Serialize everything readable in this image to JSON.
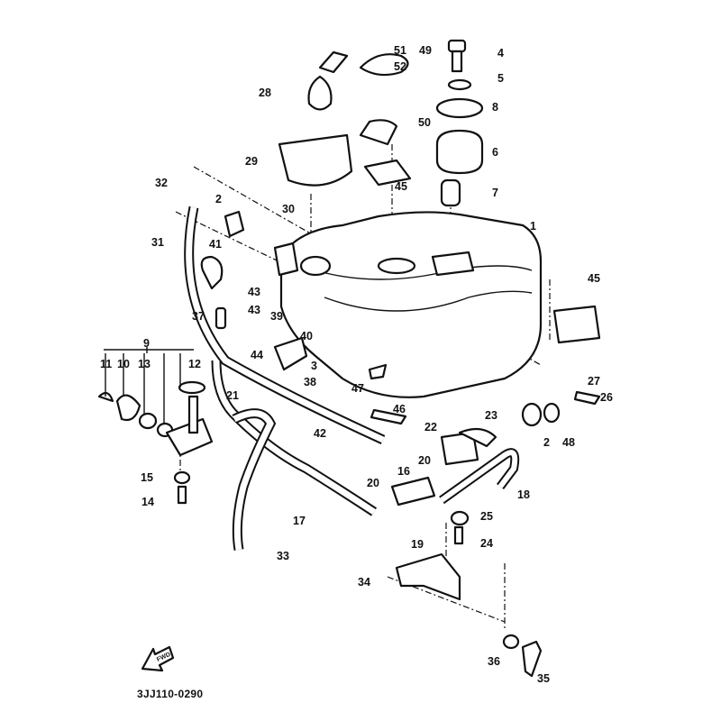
{
  "diagram": {
    "callouts": [
      "51",
      "52",
      "49",
      "4",
      "5",
      "8",
      "28",
      "50",
      "6",
      "29",
      "45",
      "7",
      "32",
      "2",
      "30",
      "1",
      "31",
      "41",
      "45",
      "43",
      "43",
      "37",
      "39",
      "40",
      "9",
      "44",
      "3",
      "11",
      "10",
      "13",
      "12",
      "38",
      "27",
      "47",
      "21",
      "46",
      "26",
      "42",
      "22",
      "23",
      "2",
      "48",
      "16",
      "20",
      "15",
      "18",
      "20",
      "14",
      "17",
      "25",
      "19",
      "24",
      "33",
      "34",
      "36",
      "35"
    ],
    "front_arrow_text": "FWD",
    "drawing_number": "3JJ110-0290"
  }
}
